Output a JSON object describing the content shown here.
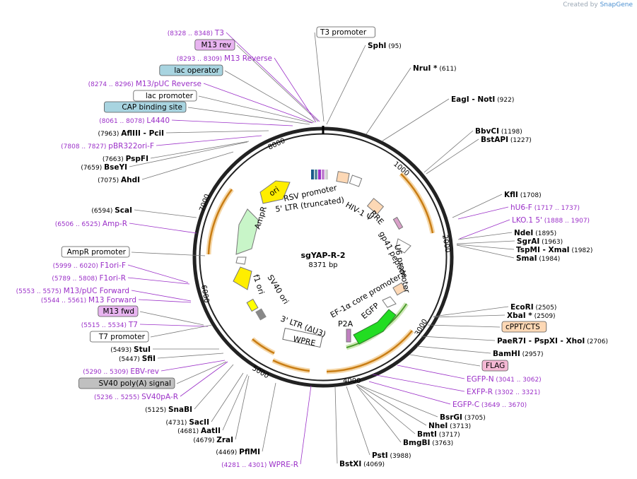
{
  "plasmid": {
    "name": "sgYAP-R-2",
    "length_label": "8371 bp",
    "total_bp": 8371
  },
  "credit": {
    "prefix": "Created by",
    "brand": "SnapGene"
  },
  "ticks": [
    "1000",
    "2000",
    "3000",
    "4000",
    "5000",
    "6000",
    "7000",
    "8000"
  ],
  "left_labels": [
    {
      "pos": "(8328 .. 8348)",
      "name": "T3",
      "kind": "primer"
    },
    {
      "pos": "",
      "name": "M13 rev",
      "kind": "boxed-purple"
    },
    {
      "pos": "(8293 .. 8309)",
      "name": "M13 Reverse",
      "kind": "primer"
    },
    {
      "pos": "",
      "name": "lac operator",
      "kind": "boxed-teal"
    },
    {
      "pos": "(8274 .. 8296)",
      "name": "M13/pUC Reverse",
      "kind": "primer"
    },
    {
      "pos": "",
      "name": "lac promoter",
      "kind": "boxed-white"
    },
    {
      "pos": "",
      "name": "CAP binding site",
      "kind": "boxed-teal"
    },
    {
      "pos": "(8061 .. 8078)",
      "name": "L4440",
      "kind": "primer"
    },
    {
      "pos": "(7963)",
      "name": "AflIII  - PciI",
      "kind": "enzyme"
    },
    {
      "pos": "(7808 .. 7827)",
      "name": "pBR322ori-F",
      "kind": "primer"
    },
    {
      "pos": "(7663)",
      "name": "PspFI",
      "kind": "enzyme"
    },
    {
      "pos": "(7659)",
      "name": "BseYI",
      "kind": "enzyme"
    },
    {
      "pos": "(7075)",
      "name": "AhdI",
      "kind": "enzyme"
    },
    {
      "pos": "(6594)",
      "name": "ScaI",
      "kind": "enzyme"
    },
    {
      "pos": "(6506 .. 6525)",
      "name": "Amp-R",
      "kind": "primer"
    },
    {
      "pos": "",
      "name": "AmpR promoter",
      "kind": "boxed-white"
    },
    {
      "pos": "(5999 .. 6020)",
      "name": "F1ori-F",
      "kind": "primer"
    },
    {
      "pos": "(5789 .. 5808)",
      "name": "F1ori-R",
      "kind": "primer"
    },
    {
      "pos": "(5553 .. 5575)",
      "name": "M13/pUC Forward",
      "kind": "primer"
    },
    {
      "pos": "(5544 .. 5561)",
      "name": "M13 Forward",
      "kind": "primer"
    },
    {
      "pos": "",
      "name": "M13 fwd",
      "kind": "boxed-purple"
    },
    {
      "pos": "(5515 .. 5534)",
      "name": "T7",
      "kind": "primer"
    },
    {
      "pos": "",
      "name": "T7 promoter",
      "kind": "boxed-white"
    },
    {
      "pos": "(5493)",
      "name": "StuI",
      "kind": "enzyme"
    },
    {
      "pos": "(5447)",
      "name": "SfiI",
      "kind": "enzyme"
    },
    {
      "pos": "(5290 .. 5309)",
      "name": "EBV-rev",
      "kind": "primer"
    },
    {
      "pos": "",
      "name": "SV40 poly(A) signal",
      "kind": "boxed-gray"
    },
    {
      "pos": "(5236 .. 5255)",
      "name": "SV40pA-R",
      "kind": "primer"
    },
    {
      "pos": "(5125)",
      "name": "SnaBI",
      "kind": "enzyme"
    },
    {
      "pos": "(4731)",
      "name": "SacII",
      "kind": "enzyme"
    },
    {
      "pos": "(4681)",
      "name": "AatII",
      "kind": "enzyme"
    },
    {
      "pos": "(4679)",
      "name": "ZraI",
      "kind": "enzyme"
    },
    {
      "pos": "(4469)",
      "name": "PflMI",
      "kind": "enzyme"
    },
    {
      "pos": "(4281 .. 4301)",
      "name": "WPRE-R",
      "kind": "primer"
    }
  ],
  "right_labels": [
    {
      "name": "T3 promoter",
      "pos": "",
      "kind": "boxed-white"
    },
    {
      "name": "SphI",
      "pos": "(95)",
      "kind": "enzyme"
    },
    {
      "name": "NruI *",
      "pos": "(611)",
      "kind": "enzyme"
    },
    {
      "name": "EagI  - NotI",
      "pos": "(922)",
      "kind": "enzyme"
    },
    {
      "name": "BbvCI",
      "pos": "(1198)",
      "kind": "enzyme"
    },
    {
      "name": "BstAPI",
      "pos": "(1227)",
      "kind": "enzyme"
    },
    {
      "name": "KflI",
      "pos": "(1708)",
      "kind": "enzyme"
    },
    {
      "name": "hU6-F",
      "pos": "(1717 .. 1737)",
      "kind": "primer"
    },
    {
      "name": "LKO.1 5'",
      "pos": "(1888 .. 1907)",
      "kind": "primer"
    },
    {
      "name": "NdeI",
      "pos": "(1895)",
      "kind": "enzyme"
    },
    {
      "name": "SgrAI",
      "pos": "(1963)",
      "kind": "enzyme"
    },
    {
      "name": "TspMI  - XmaI",
      "pos": "(1982)",
      "kind": "enzyme"
    },
    {
      "name": "SmaI",
      "pos": "(1984)",
      "kind": "enzyme"
    },
    {
      "name": "EcoRI",
      "pos": "(2505)",
      "kind": "enzyme"
    },
    {
      "name": "XbaI *",
      "pos": "(2509)",
      "kind": "enzyme"
    },
    {
      "name": "cPPT/CTS",
      "pos": "",
      "kind": "boxed-orange"
    },
    {
      "name": "PaeR7I  - PspXI  - XhoI",
      "pos": "(2706)",
      "kind": "enzyme"
    },
    {
      "name": "BamHI",
      "pos": "(2957)",
      "kind": "enzyme"
    },
    {
      "name": "FLAG",
      "pos": "",
      "kind": "boxed-pink"
    },
    {
      "name": "EGFP-N",
      "pos": "(3041 .. 3062)",
      "kind": "primer"
    },
    {
      "name": "EXFP-R",
      "pos": "(3302 .. 3321)",
      "kind": "primer"
    },
    {
      "name": "EGFP-C",
      "pos": "(3649 .. 3670)",
      "kind": "primer"
    },
    {
      "name": "BsrGI",
      "pos": "(3705)",
      "kind": "enzyme"
    },
    {
      "name": "NheI",
      "pos": "(3713)",
      "kind": "enzyme"
    },
    {
      "name": "BmtI",
      "pos": "(3717)",
      "kind": "enzyme"
    },
    {
      "name": "BmgBI",
      "pos": "(3763)",
      "kind": "enzyme"
    },
    {
      "name": "PstI",
      "pos": "(3988)",
      "kind": "enzyme"
    },
    {
      "name": "BstXI",
      "pos": "(4069)",
      "kind": "enzyme"
    }
  ],
  "inner_labels": {
    "rsv": "RSV promoter",
    "ltr5": "5' LTR (truncated)",
    "hiv": "HIV-1 Ψ",
    "rre": "RRE",
    "gp41": "gp41 peptide",
    "u6": "U6 promoter",
    "ef1a": "EF-1α core promoter",
    "egfp": "EGFP",
    "p2a": "P2A",
    "ltr3": "3' LTR (ΔU3)",
    "wpre": "WPRE",
    "sv40ori": "SV40 ori",
    "f1ori": "f1 ori",
    "ampr": "AmpR",
    "ori": "ori"
  },
  "colors": {
    "primer": "#9b30c8",
    "enzyme": "#000000",
    "ampr": "#c8f5c8",
    "ori": "#ffee00",
    "egfp": "#22dd22",
    "promoter_box": "#ffffff",
    "orange_arc": "#d9881c"
  }
}
